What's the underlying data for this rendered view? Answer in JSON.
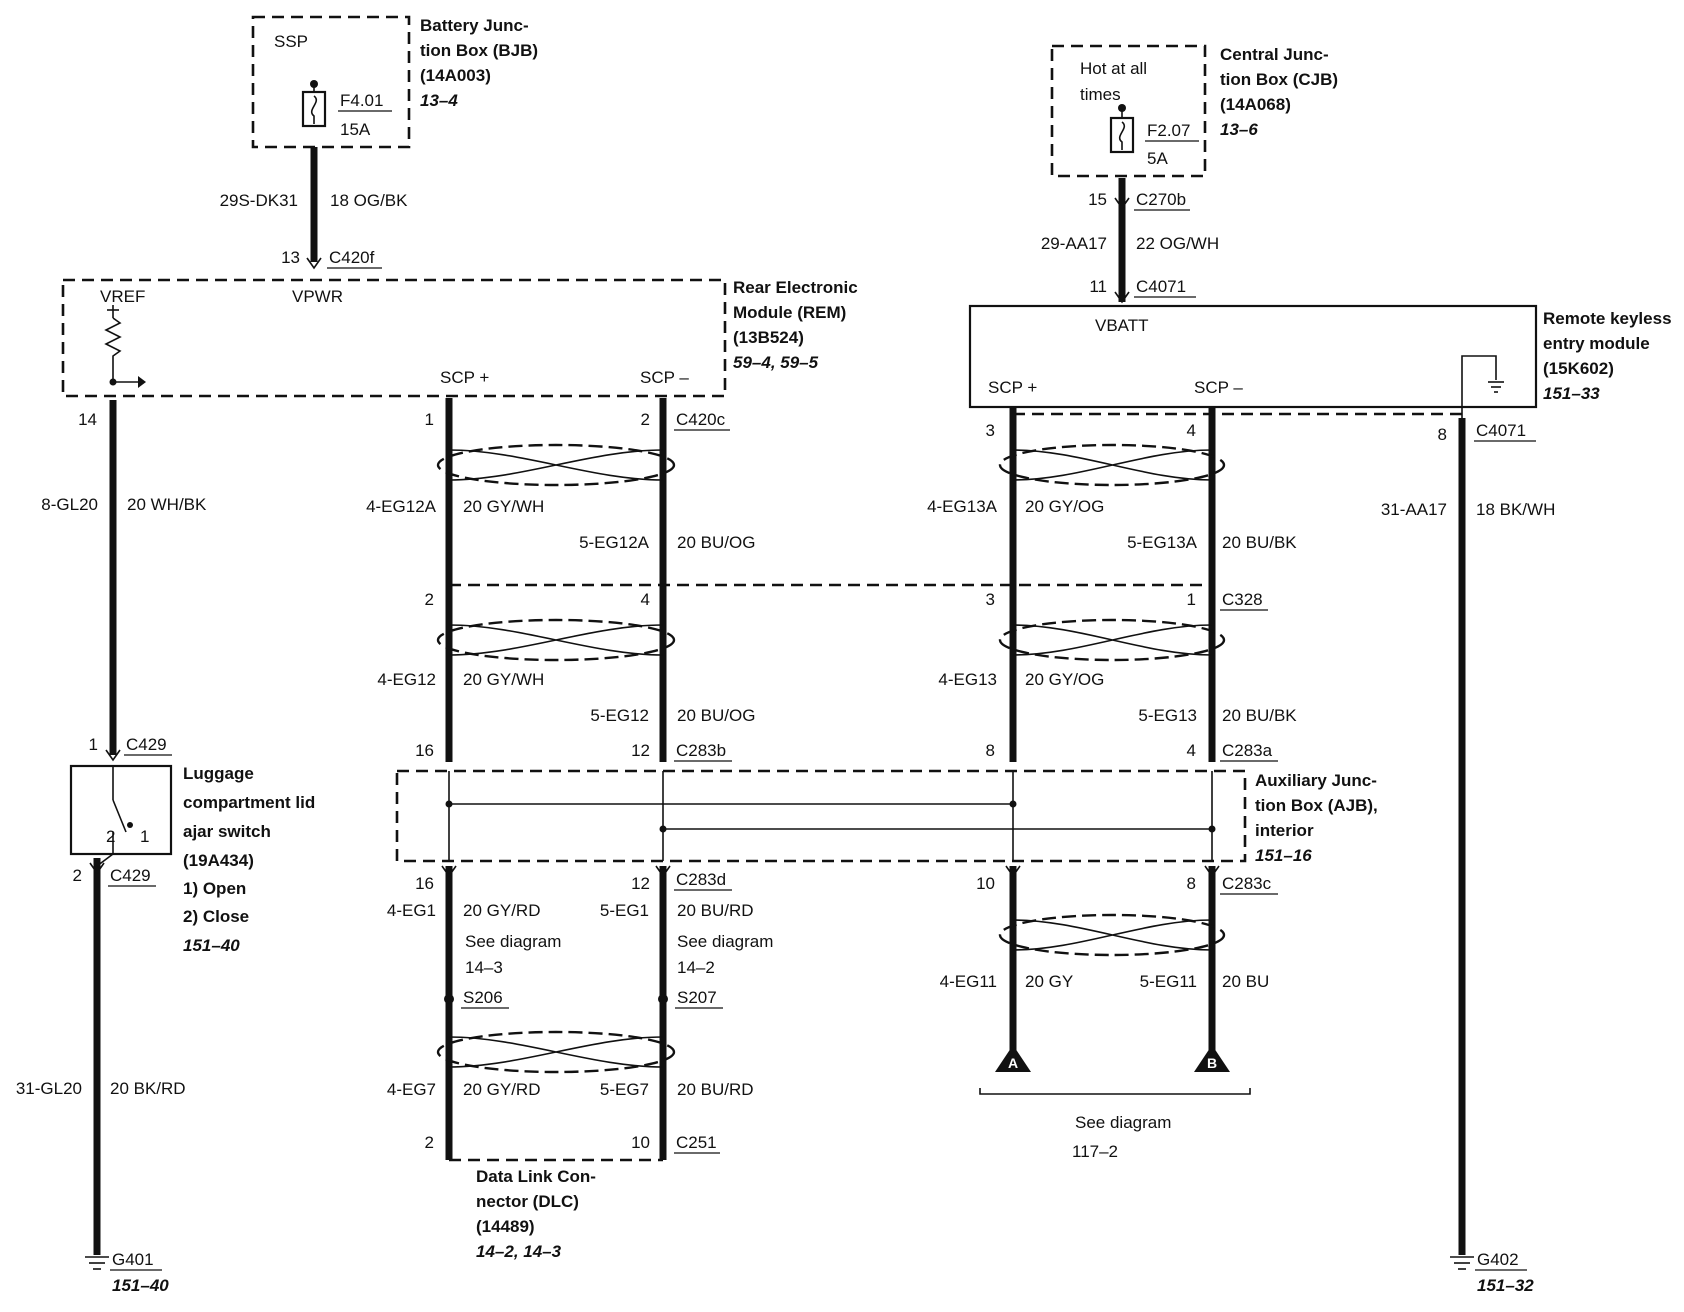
{
  "bjb": {
    "inner": "SSP",
    "fuse": "F4.01",
    "amps": "15A",
    "name1": "Battery Junc-",
    "name2": "tion Box (BJB)",
    "part": "(14A003)",
    "ref": "13–4"
  },
  "cjb": {
    "inner1": "Hot at all",
    "inner2": "times",
    "fuse": "F2.07",
    "amps": "5A",
    "name1": "Central Junc-",
    "name2": "tion Box (CJB)",
    "part": "(14A068)",
    "ref": "13–6"
  },
  "rem": {
    "vref": "VREF",
    "vpwr": "VPWR",
    "scp_plus": "SCP +",
    "scp_minus": "SCP –",
    "name1": "Rear Electronic",
    "name2": "Module (REM)",
    "part": "(13B524)",
    "ref": "59–4, 59–5"
  },
  "rke": {
    "vbatt": "VBATT",
    "scp_plus": "SCP +",
    "scp_minus": "SCP –",
    "name1": "Remote keyless",
    "name2": "entry module",
    "part": "(15K602)",
    "ref": "151–33"
  },
  "switch": {
    "name1": "Luggage",
    "name2": "compartment lid",
    "name3": "ajar switch",
    "part": "(19A434)",
    "opt1": "1)   Open",
    "opt2": "2)   Close",
    "ref": "151–40",
    "pin2": "2",
    "pin1": "1"
  },
  "ajb": {
    "name1": "Auxiliary Junc-",
    "name2": "tion Box (AJB),",
    "name3": "interior",
    "ref": "151–16"
  },
  "dlc": {
    "name1": "Data Link Con-",
    "name2": "nector (DLC)",
    "part": "(14489)",
    "ref": "14–2, 14–3"
  },
  "grounds": {
    "g401": "G401",
    "g401_ref": "151–40",
    "g402": "G402",
    "g402_ref": "151–32"
  },
  "connectors": {
    "c420f": "C420f",
    "c420c": "C420c",
    "c270b": "C270b",
    "c4071a": "C4071",
    "c4071b": "C4071",
    "c328": "C328",
    "c283b": "C283b",
    "c283a": "C283a",
    "c283d": "C283d",
    "c283c": "C283c",
    "c429a": "C429",
    "c429b": "C429",
    "c251": "C251",
    "s206": "S206",
    "s207": "S207"
  },
  "pins": {
    "p13": "13",
    "p15": "15",
    "p11": "11",
    "p14": "14",
    "rem1": "1",
    "rem2": "2",
    "rke3": "3",
    "rke4": "4",
    "rke8": "8",
    "c328_2": "2",
    "c328_4": "4",
    "c328_3": "3",
    "c328_1": "1",
    "c283b_16": "16",
    "c283b_12": "12",
    "c283a_8": "8",
    "c283a_4": "4",
    "c283d_16": "16",
    "c283d_12": "12",
    "c283c_10": "10",
    "c283c_8": "8",
    "c429_1": "1",
    "c429_2": "2",
    "c251_2": "2",
    "c251_10": "10"
  },
  "wires": {
    "w_bjb_circ": "29S-DK31",
    "w_bjb_col": "18 OG/BK",
    "w_cjb_circ": "29-AA17",
    "w_cjb_col": "22 OG/WH",
    "w_sw_circ": "8-GL20",
    "w_sw_col": "20 WH/BK",
    "w_g401_circ": "31-GL20",
    "w_g401_col": "20 BK/RD",
    "w_eg12a_circ": "4-EG12A",
    "w_eg12a_col": "20 GY/WH",
    "w_eg12a2_circ": "5-EG12A",
    "w_eg12a2_col": "20 BU/OG",
    "w_eg12_circ": "4-EG12",
    "w_eg12_col": "20 GY/WH",
    "w_eg12b_circ": "5-EG12",
    "w_eg12b_col": "20 BU/OG",
    "w_eg13a_circ": "4-EG13A",
    "w_eg13a_col": "20 GY/OG",
    "w_eg13a2_circ": "5-EG13A",
    "w_eg13a2_col": "20 BU/BK",
    "w_eg13_circ": "4-EG13",
    "w_eg13_col": "20 GY/OG",
    "w_eg13b_circ": "5-EG13",
    "w_eg13b_col": "20 BU/BK",
    "w_rke_circ": "31-AA17",
    "w_rke_col": "18 BK/WH",
    "w_eg1_circ": "4-EG1",
    "w_eg1_col": "20 GY/RD",
    "w_eg1b_circ": "5-EG1",
    "w_eg1b_col": "20 BU/RD",
    "w_eg7_circ": "4-EG7",
    "w_eg7_col": "20 GY/RD",
    "w_eg7b_circ": "5-EG7",
    "w_eg7b_col": "20 BU/RD",
    "w_eg11_circ": "4-EG11",
    "w_eg11_col": "20 GY",
    "w_eg11b_circ": "5-EG11",
    "w_eg11b_col": "20 BU"
  },
  "notes": {
    "see1": "See diagram",
    "see1_ref": "14–3",
    "see2": "See diagram",
    "see2_ref": "14–2",
    "see3": "See diagram",
    "see3_ref": "117–2",
    "flagA": "A",
    "flagB": "B"
  }
}
